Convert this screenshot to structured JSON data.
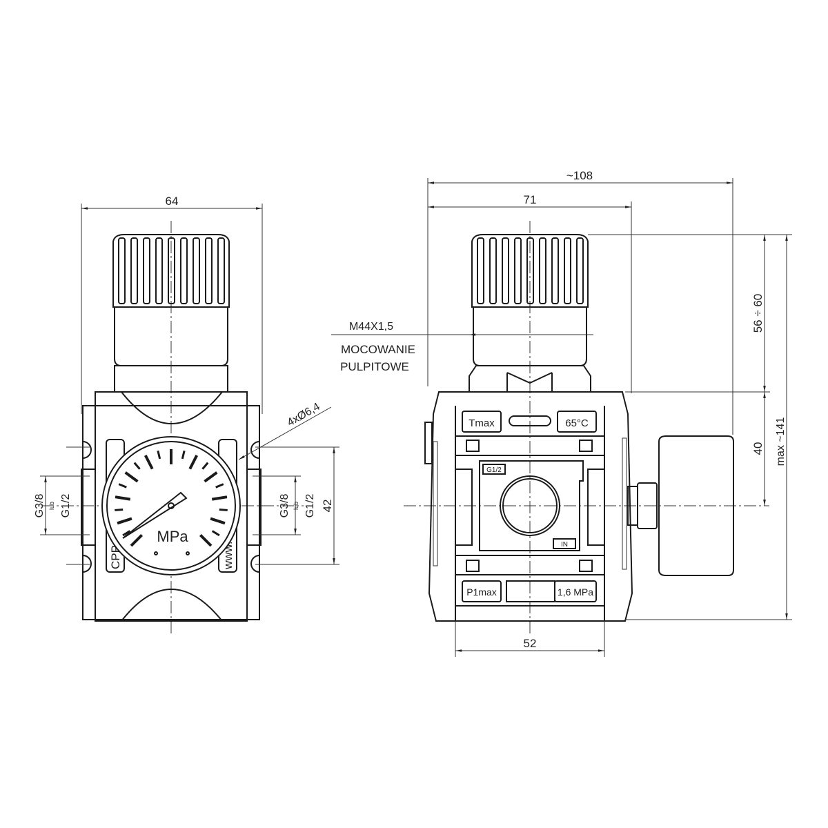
{
  "front_view": {
    "width_dim": "64",
    "mount_holes": "4xØ6,4",
    "hole_spacing_dim": "42",
    "port_left": {
      "size_a": "G3/8",
      "or": "lub",
      "size_b": "G1/2"
    },
    "port_right": {
      "size_a": "G3/8",
      "or": "lub",
      "size_b": "G1/2"
    },
    "gauge_unit": "MPa",
    "label_left": "CPP S.A.",
    "label_right": "www...pl"
  },
  "side_view": {
    "overall_width_dim": "~108",
    "body_width_dim": "71",
    "thread_label": "M44X1,5",
    "mount_label_line1": "MOCOWANIE",
    "mount_label_line2": "PULPITOWE",
    "knob_height_dim": "56 ÷ 60",
    "center_height_dim": "40",
    "max_height_dim": "max ~141",
    "base_width_dim": "52",
    "plate_tmax": "Tmax",
    "plate_temp": "65°C",
    "port_label": "G1/2",
    "inlet_label": "IN",
    "plate_p1max": "P1max",
    "plate_pressure": "1,6 MPa"
  }
}
